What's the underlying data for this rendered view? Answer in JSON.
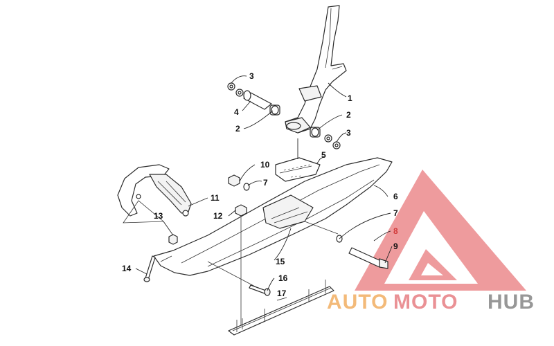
{
  "callouts": {
    "c1": "1",
    "c2a": "2",
    "c2b": "2",
    "c3a": "3",
    "c3b": "3",
    "c4": "4",
    "c5": "5",
    "c6": "6",
    "c7a": "7",
    "c7b": "7",
    "c8": "8",
    "c9": "9",
    "c10": "10",
    "c11": "11",
    "c12": "12",
    "c13": "13",
    "c14": "14",
    "c15": "15",
    "c16": "16",
    "c17": "17"
  },
  "watermark": {
    "part1": "AUTO",
    "part2": "MOTO",
    "part3": "HUB"
  },
  "colors": {
    "watermark_red": "#e8868a",
    "watermark_orange": "#f2b36b",
    "watermark_grey": "#8c8c8c",
    "callout_red": "#d23a3a"
  }
}
